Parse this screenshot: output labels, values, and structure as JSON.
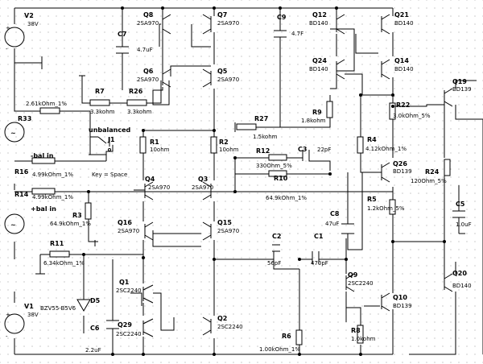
{
  "components": [
    {
      "id": "V2",
      "value": "38V"
    },
    {
      "id": "V1",
      "value": "38V"
    },
    {
      "id": "Q8",
      "value": "2SA970"
    },
    {
      "id": "Q7",
      "value": "2SA970"
    },
    {
      "id": "Q6",
      "value": "2SA970"
    },
    {
      "id": "Q5",
      "value": "2SA970"
    },
    {
      "id": "Q4",
      "value": "2SA970"
    },
    {
      "id": "Q3",
      "value": "2SA970"
    },
    {
      "id": "Q16",
      "value": "2SA970"
    },
    {
      "id": "Q15",
      "value": "2SA970"
    },
    {
      "id": "Q1",
      "value": "2SC2240"
    },
    {
      "id": "Q2",
      "value": "2SC2240"
    },
    {
      "id": "Q29",
      "value": "2SC2240"
    },
    {
      "id": "Q9",
      "value": "2SC2240"
    },
    {
      "id": "Q12",
      "value": "BD140"
    },
    {
      "id": "Q21",
      "value": "BD140"
    },
    {
      "id": "Q24",
      "value": "BD140"
    },
    {
      "id": "Q14",
      "value": "BD140"
    },
    {
      "id": "Q26",
      "value": "BD139"
    },
    {
      "id": "Q10",
      "value": "BD139"
    },
    {
      "id": "Q19",
      "value": "BD139"
    },
    {
      "id": "Q20",
      "value": "BD140"
    },
    {
      "id": "C7",
      "value": "4.7uF"
    },
    {
      "id": "C9",
      "value": "4.7F"
    },
    {
      "id": "C3",
      "value": "22pF"
    },
    {
      "id": "C8",
      "value": "47uF"
    },
    {
      "id": "C2",
      "value": "56pF"
    },
    {
      "id": "C1",
      "value": "470pF"
    },
    {
      "id": "C6",
      "value": "2.2uF"
    },
    {
      "id": "C5",
      "value": "1.0uF"
    },
    {
      "id": "R7",
      "value": "3.3kohm"
    },
    {
      "id": "R26",
      "value": "3.3kohm"
    },
    {
      "id": "R33",
      "value": "2.61kOhm_1%"
    },
    {
      "id": "R27",
      "value": "1.5kohm"
    },
    {
      "id": "R9",
      "value": "1.8kohm"
    },
    {
      "id": "R22",
      "value": "3.0kOhm_5%"
    },
    {
      "id": "R1",
      "value": "10ohm"
    },
    {
      "id": "R2",
      "value": "10ohm"
    },
    {
      "id": "R12",
      "value": "330Ohm_5%"
    },
    {
      "id": "R10",
      "value": "64.9kOhm_1%"
    },
    {
      "id": "R4",
      "value": "4.12kOhm_1%"
    },
    {
      "id": "R24",
      "value": "120Ohm_5%"
    },
    {
      "id": "R16",
      "value": "4.99kOhm_1%"
    },
    {
      "id": "R14",
      "value": "4.99kOhm_1%"
    },
    {
      "id": "R3",
      "value": "64.9kOhm_1%"
    },
    {
      "id": "R5",
      "value": "1.2kOhm_5%"
    },
    {
      "id": "R11",
      "value": "6.34kOhm_1%"
    },
    {
      "id": "R6",
      "value": "1.00kOhm_1%"
    },
    {
      "id": "R8",
      "value": "1.0kohm"
    },
    {
      "id": "D5",
      "value": "BZV55-B5V6"
    },
    {
      "id": "J1",
      "value": ""
    }
  ],
  "notes": {
    "unbalanced": "unbalanced",
    "bal_minus": "-bal in",
    "bal_plus": "+bal in",
    "key": "Key = Space"
  },
  "symbols": {
    "plus": "+",
    "minus": "-",
    "tilde": "~"
  }
}
